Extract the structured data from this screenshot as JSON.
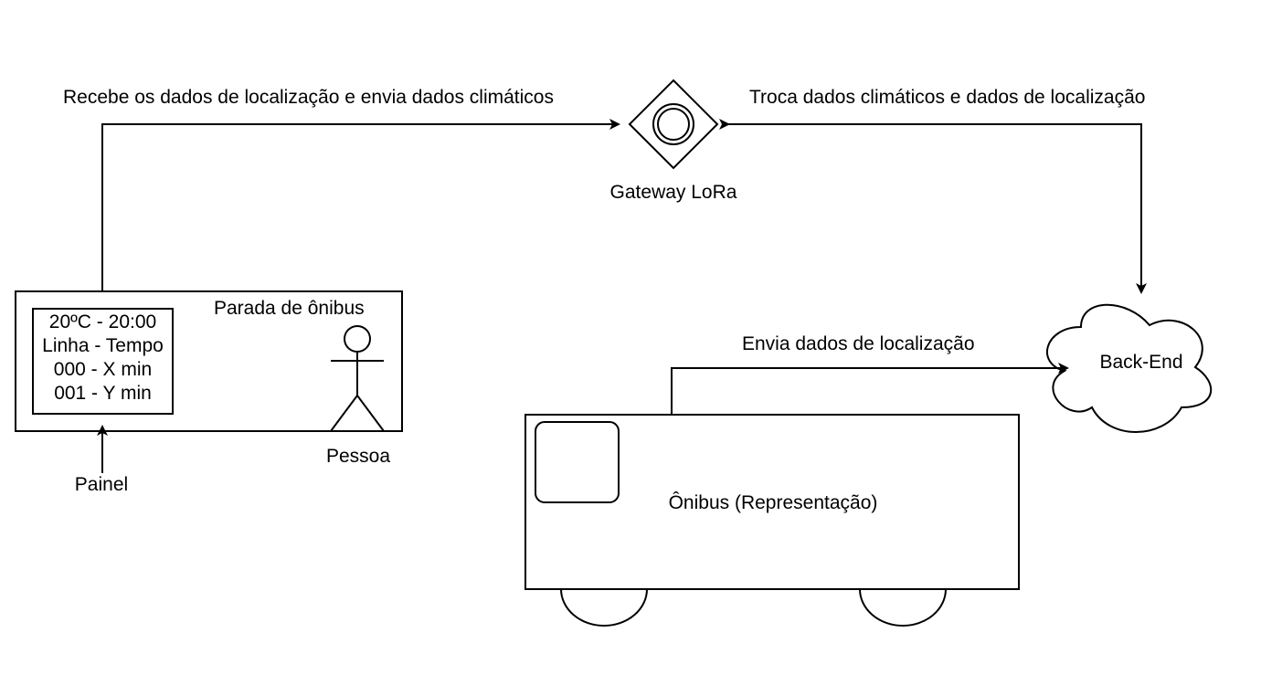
{
  "labels": {
    "top_left_edge": "Recebe os dados de localização e envia dados climáticos",
    "top_right_edge": "Troca dados climáticos e dados de localização",
    "gateway": "Gateway LoRa",
    "bus_stop": "Parada de ônibus",
    "person": "Pessoa",
    "panel": "Painel",
    "bus_edge": "Envia dados de localização",
    "backend": "Back-End",
    "bus": "Ônibus (Representação)"
  },
  "panel": {
    "lines": [
      "20ºC - 20:00",
      "Linha - Tempo",
      "000 - X min",
      "001 - Y min"
    ]
  },
  "colors": {
    "stroke": "#000000",
    "background": "#ffffff"
  },
  "icons": [
    "gateway-diamond-icon",
    "person-icon",
    "cloud-icon",
    "bus-window-icon"
  ]
}
